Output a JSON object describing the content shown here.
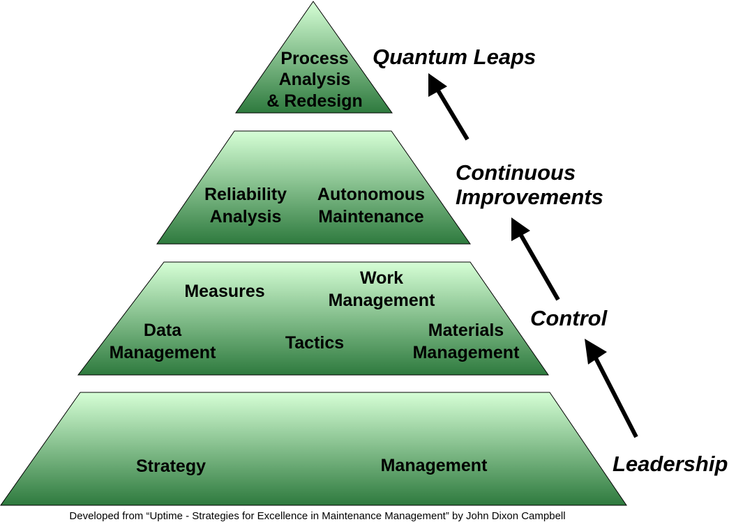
{
  "tiers": {
    "process": {
      "line1": "Process",
      "line2": "Analysis",
      "line3": "& Redesign"
    },
    "continuous": {
      "reliability_line1": "Reliability",
      "reliability_line2": "Analysis",
      "autonomous_line1": "Autonomous",
      "autonomous_line2": "Maintenance"
    },
    "control": {
      "measures": "Measures",
      "work_line1": "Work",
      "work_line2": "Management",
      "data_line1": "Data",
      "data_line2": "Management",
      "tactics": "Tactics",
      "materials_line1": "Materials",
      "materials_line2": "Management"
    },
    "leadership": {
      "strategy": "Strategy",
      "management": "Management"
    }
  },
  "stages": {
    "quantum": "Quantum Leaps",
    "continuous_line1": "Continuous",
    "continuous_line2": "Improvements",
    "control": "Control",
    "leadership": "Leadership"
  },
  "footer": "Developed from “Uptime - Strategies for Excellence in Maintenance Management”  by John Dixon Campbell",
  "colors": {
    "tier_top": "#d6ffd6",
    "tier_bottom": "#2e7a3e",
    "outline": "#000000"
  }
}
